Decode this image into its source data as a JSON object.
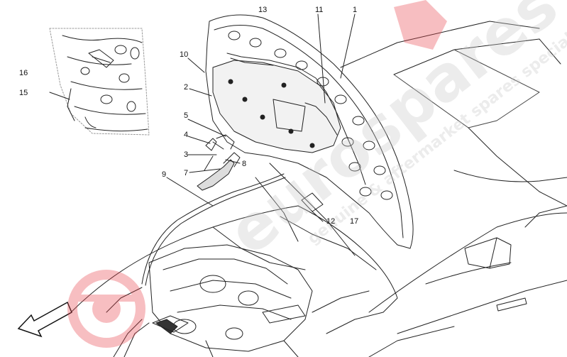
{
  "diagram": {
    "callouts": [
      {
        "key": "c13",
        "text": "13"
      },
      {
        "key": "c11",
        "text": "11"
      },
      {
        "key": "c1",
        "text": "1"
      },
      {
        "key": "c10",
        "text": "10"
      },
      {
        "key": "c2",
        "text": "2"
      },
      {
        "key": "c5",
        "text": "5"
      },
      {
        "key": "c4",
        "text": "4"
      },
      {
        "key": "c3",
        "text": "3"
      },
      {
        "key": "c8",
        "text": "8"
      },
      {
        "key": "c7",
        "text": "7"
      },
      {
        "key": "c9",
        "text": "9"
      },
      {
        "key": "c16",
        "text": "16"
      },
      {
        "key": "c15",
        "text": "15"
      },
      {
        "key": "c12",
        "text": "12"
      },
      {
        "key": "c17",
        "text": "17"
      }
    ],
    "direction_arrow": "front-direction-arrow",
    "watermark": {
      "brand": "eurospares",
      "tagline": "genuine & aftermarket spares specialist",
      "color": "#e8474f"
    },
    "line_color": "#222222",
    "detail_inset": "insulation-detail-view"
  }
}
